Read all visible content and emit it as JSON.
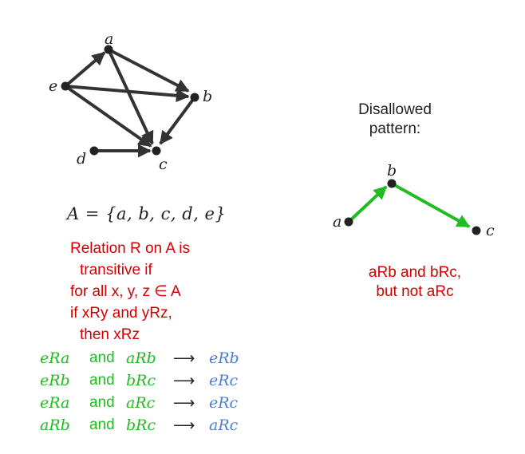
{
  "graph": {
    "node_labels": {
      "a": "a",
      "b": "b",
      "c": "c",
      "d": "d",
      "e": "e"
    },
    "edges": [
      [
        "a",
        "b"
      ],
      [
        "a",
        "c"
      ],
      [
        "e",
        "a"
      ],
      [
        "e",
        "b"
      ],
      [
        "e",
        "c"
      ],
      [
        "b",
        "c"
      ],
      [
        "d",
        "c"
      ]
    ]
  },
  "set_definition": "A = {a, b, c, d, e}",
  "definition_lines": [
    "Relation R on A is",
    "transitive if",
    "for all x, y, z ∈ A",
    "if xRy and yRz,",
    "then xRz"
  ],
  "implications": [
    {
      "lhs": "eRa",
      "conj": "and",
      "rhs": "aRb",
      "arrow": "⟶",
      "result": "eRb"
    },
    {
      "lhs": "eRb",
      "conj": "and",
      "rhs": "bRc",
      "arrow": "⟶",
      "result": "eRc"
    },
    {
      "lhs": "eRa",
      "conj": "and",
      "rhs": "aRc",
      "arrow": "⟶",
      "result": "eRc"
    },
    {
      "lhs": "aRb",
      "conj": "and",
      "rhs": "bRc",
      "arrow": "⟶",
      "result": "aRc"
    }
  ],
  "disallowed": {
    "title_line1": "Disallowed",
    "title_line2": "pattern:",
    "node_labels": {
      "a": "a",
      "b": "b",
      "c": "c"
    },
    "caption_line1": "aRb and bRc,",
    "caption_line2": "but not aRc"
  },
  "colors": {
    "edge": "#333333",
    "green": "#22bb22",
    "red": "#d40000",
    "blue": "#4a7fd0"
  }
}
